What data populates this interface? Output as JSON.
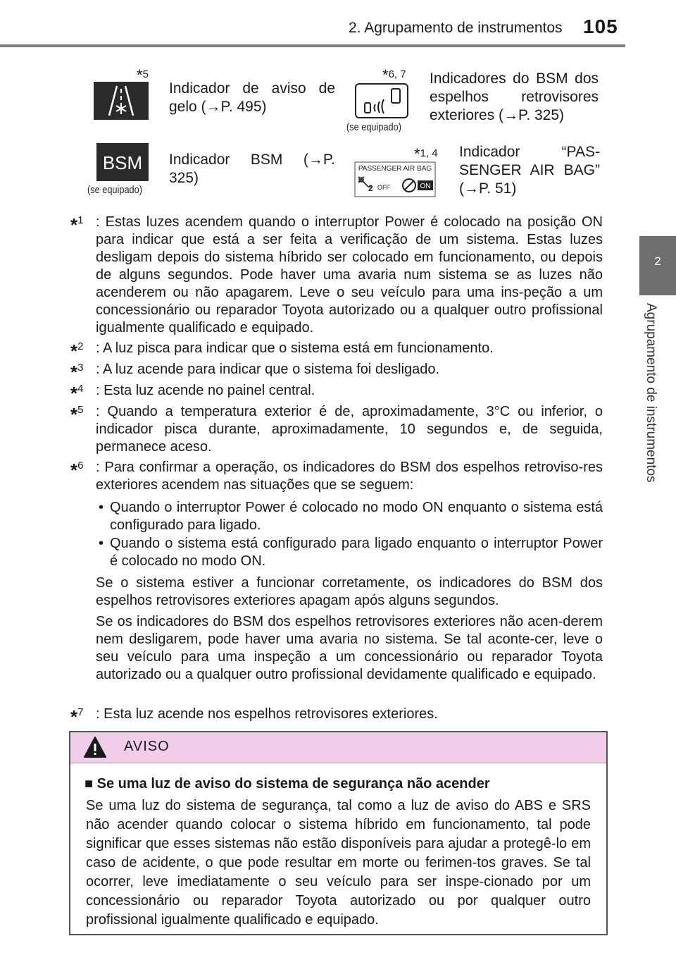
{
  "header": {
    "section_title": "2. Agrupamento de instrumentos",
    "page_number": "105"
  },
  "side_tab": {
    "number": "2",
    "label": "Agrupamento de instrumentos"
  },
  "indicators": [
    {
      "mark_star": "*",
      "mark_num": "5",
      "icon": "ice-warning-icon",
      "caption": "",
      "text": "Indicador de aviso de gelo (→P. 495)"
    },
    {
      "mark_star": "*",
      "mark_num": "6, 7",
      "icon": "bsm-mirror-icon",
      "caption": "(se equipado)",
      "text": "Indicadores do BSM dos espelhos retrovisores exteriores (→P. 325)"
    },
    {
      "mark_star": "",
      "mark_num": "",
      "icon": "bsm-icon",
      "icon_text": "BSM",
      "caption": "(se equipado)",
      "text": "Indicador BSM (→P. 325)"
    },
    {
      "mark_star": "*",
      "mark_num": "1, 4",
      "icon": "passenger-airbag-icon",
      "icon_title": "PASSENGER AIR BAG",
      "icon_off": "OFF",
      "icon_on": "ON",
      "caption": "",
      "text": "Indicador “PAS-SENGER AIR BAG” (→P. 51)"
    }
  ],
  "footnotes": [
    {
      "star": "*",
      "num": "1",
      "text": ": Estas luzes acendem quando o interruptor Power é colocado na posição ON para indicar que está a ser feita a verificação de um sistema. Estas luzes desligam depois do sistema híbrido ser colocado em funcionamento, ou depois de alguns segundos. Pode haver uma avaria num sistema se as luzes não acenderem ou não apagarem. Leve o seu veículo para uma ins-peção a um concessionário ou reparador Toyota autorizado ou a qualquer outro profissional igualmente qualificado e equipado."
    },
    {
      "star": "*",
      "num": "2",
      "text": ": A luz pisca para indicar que o sistema está em funcionamento."
    },
    {
      "star": "*",
      "num": "3",
      "text": ": A luz acende para indicar que o sistema foi desligado."
    },
    {
      "star": "*",
      "num": "4",
      "text": ": Esta luz acende no painel central."
    },
    {
      "star": "*",
      "num": "5",
      "text": ": Quando a temperatura exterior é de, aproximadamente, 3°C ou inferior, o indicador pisca durante, aproximadamente, 10 segundos e, de seguida, permanece aceso."
    },
    {
      "star": "*",
      "num": "6",
      "text": ": Para confirmar a operação, os indicadores do BSM dos espelhos retroviso-res exteriores acendem nas situações que se seguem:"
    },
    {
      "star": "*",
      "num": "7",
      "text": ": Esta luz acende nos espelhos retrovisores exteriores."
    }
  ],
  "bullets": [
    "Quando o interruptor Power é colocado no modo ON enquanto o sistema está configurado para ligado.",
    "Quando o sistema está configurado para ligado enquanto o interruptor Power é colocado no modo ON."
  ],
  "paragraphs": [
    "Se o sistema estiver a funcionar corretamente, os indicadores do BSM dos espelhos retrovisores exteriores apagam após alguns segundos.",
    "Se os indicadores do BSM dos espelhos retrovisores exteriores não acen-derem nem desligarem, pode haver uma avaria no sistema. Se tal aconte-cer, leve o seu veículo para uma inspeção a um concessionário ou reparador Toyota autorizado ou a qualquer outro profissional devidamente qualificado e equipado."
  ],
  "warning": {
    "title": "AVISO",
    "bullet": "■",
    "subtitle": "Se uma luz de aviso do sistema de segurança não acender",
    "body": "Se uma luz do sistema de segurança, tal como a luz de aviso do ABS e SRS não acender quando colocar o sistema híbrido em funcionamento, tal pode significar que esses sistemas não estão disponíveis para ajudar a protegê-lo em caso de acidente, o que pode resultar em morte ou ferimen-tos graves. Se tal ocorrer, leve imediatamente o seu veículo para ser inspe-cionado por um concessionário ou reparador Toyota autorizado ou por qualquer outro profissional igualmente qualificado e equipado."
  },
  "colors": {
    "warning_header": "#f1cde9",
    "side_tab": "#6e6e6e",
    "header_rule": "#7d7d7d"
  }
}
